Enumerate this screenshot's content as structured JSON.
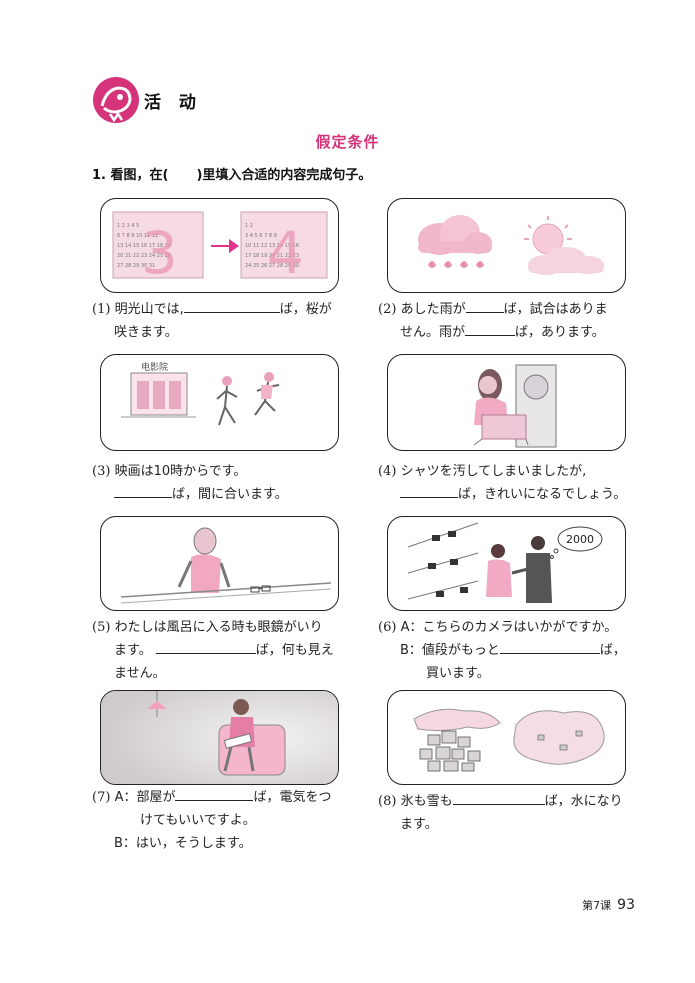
{
  "header": {
    "activity_label": "活 动"
  },
  "subtitle": "假定条件",
  "instruction": {
    "prefix": "1. 看图，在(",
    "suffix": ")里填入合适的内容完成句子。"
  },
  "panels": {
    "p1": {
      "cal_from": "3",
      "cal_to": "4"
    },
    "p3": {
      "sign": "电影院"
    },
    "p6": {
      "bubble": "2000"
    }
  },
  "questions": {
    "q1": {
      "num": "(1)",
      "a": "明光山では,",
      "b": "ば，桜が",
      "c": "咲きます。"
    },
    "q2": {
      "num": "(2)",
      "a": "あした雨が",
      "b": "ば，試合はありま",
      "c": "せん。雨が",
      "d": "ば，あります。"
    },
    "q3": {
      "num": "(3)",
      "a": "映画は10時からです。",
      "b": "ば，間に合います。"
    },
    "q4": {
      "num": "(4)",
      "a": "シャツを汚してしまいましたが,",
      "b": "ば，きれいになるでしょう。"
    },
    "q5": {
      "num": "(5)",
      "a": "わたしは風呂に入る時も眼鏡がいり",
      "b": "ます。",
      "c": "ば，何も見え",
      "d": "ません。"
    },
    "q6": {
      "num": "(6)",
      "a": "A：こちらのカメラはいかがですか。",
      "b": "B：値段がもっと",
      "c": "ば，",
      "d": "買います。"
    },
    "q7": {
      "num": "(7)",
      "a": "A：部屋が",
      "b": "ば，電気をつ",
      "c": "けてもいいですよ。",
      "d": "B：はい，そうします。"
    },
    "q8": {
      "num": "(8)",
      "a": "氷も雪も",
      "b": "ば，水になり",
      "c": "ます。"
    }
  },
  "footer": {
    "lesson": "第7课",
    "page": "93"
  }
}
